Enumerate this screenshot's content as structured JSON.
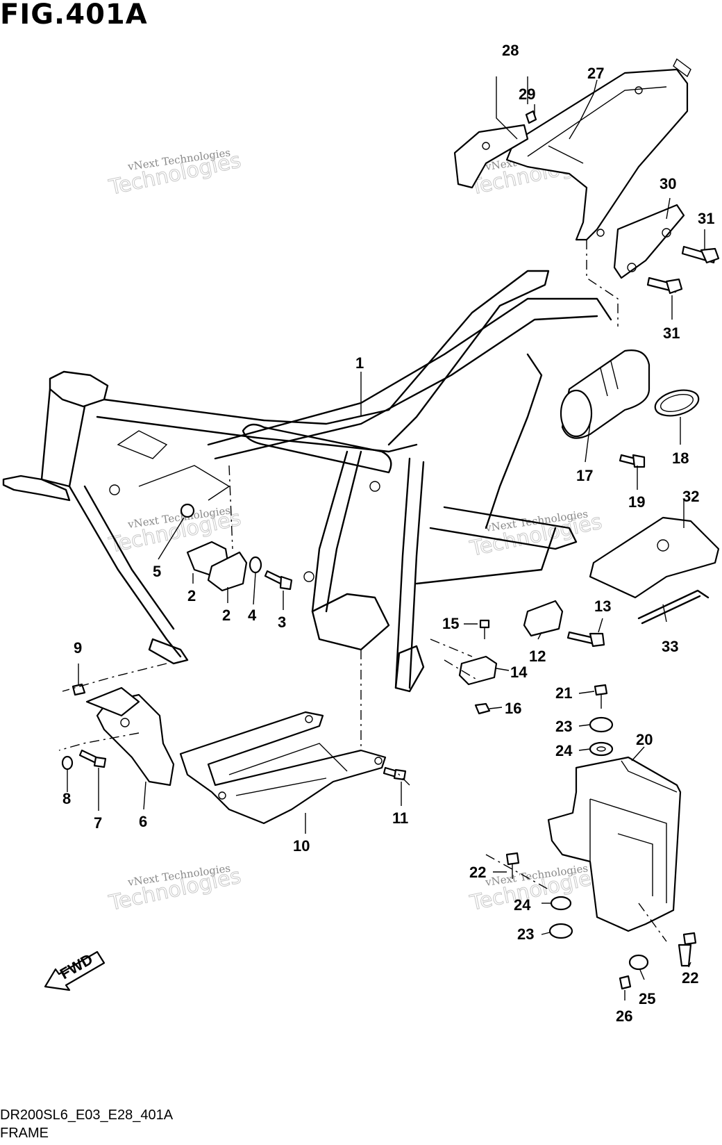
{
  "figure": {
    "title": "FIG.401A",
    "code": "DR200SL6_E03_E28_401A",
    "name": "FRAME"
  },
  "fwd_label": "FWD",
  "watermark": {
    "line1": "vNext Technologies",
    "line2": "Technologies"
  },
  "callouts": [
    "1",
    "2",
    "2",
    "3",
    "4",
    "5",
    "6",
    "7",
    "8",
    "9",
    "10",
    "11",
    "12",
    "13",
    "14",
    "15",
    "16",
    "17",
    "18",
    "19",
    "20",
    "21",
    "22",
    "22",
    "23",
    "23",
    "24",
    "24",
    "25",
    "26",
    "27",
    "28",
    "29",
    "30",
    "31",
    "31",
    "32",
    "33"
  ]
}
